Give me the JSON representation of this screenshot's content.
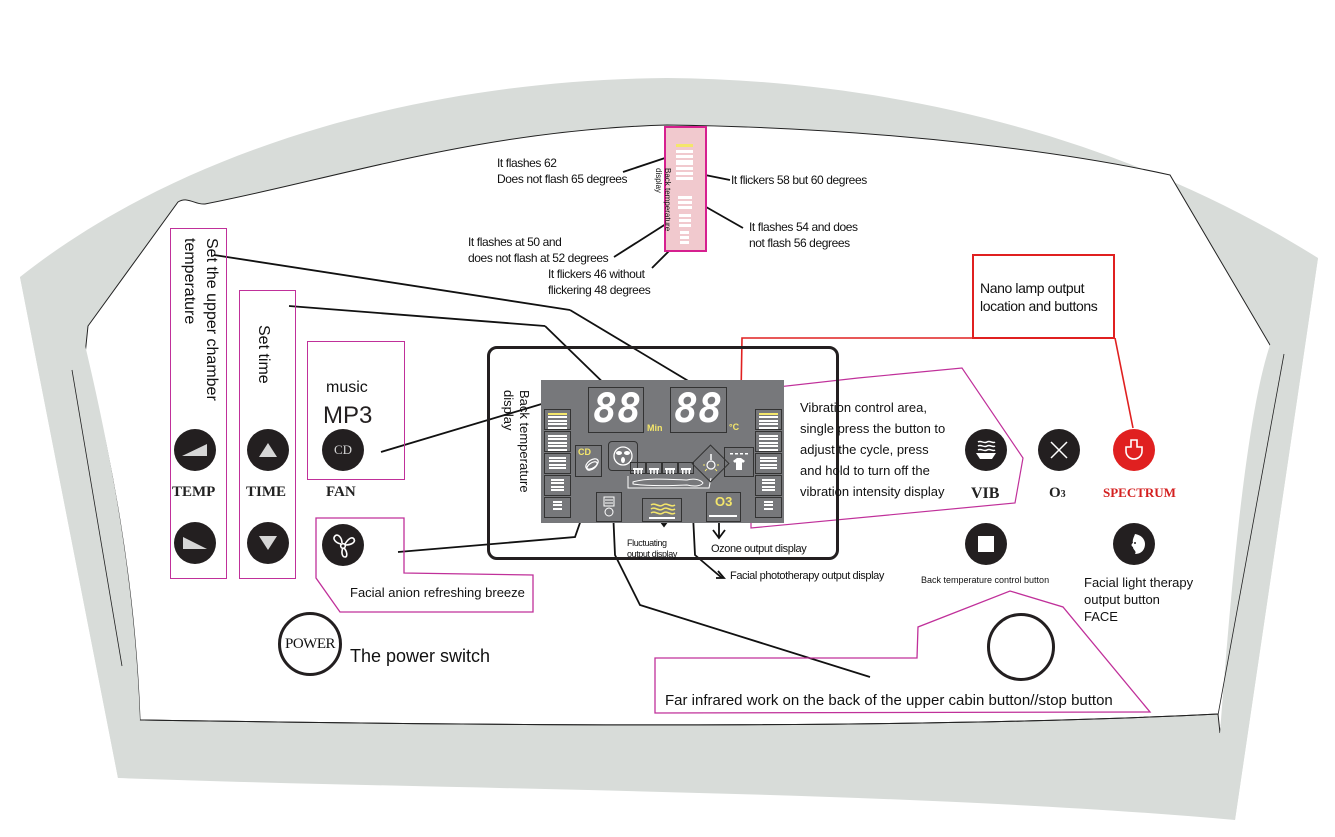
{
  "diagram": {
    "panel": {
      "frame_color": "#d8dcd9",
      "accent_pink": "#c0309a",
      "accent_red": "#e02020"
    },
    "back_temp_strip": {
      "label": "Back temperature display",
      "annotations": [
        {
          "line1": "It flashes 62",
          "line2": "Does not flash 65 degrees"
        },
        {
          "line1": "It flickers 58 but 60 degrees",
          "line2": ""
        },
        {
          "line1": "It flashes 54 and does",
          "line2": "not flash 56 degrees"
        },
        {
          "line1": "It flashes at 50 and",
          "line2": "does not flash at 52 degrees"
        },
        {
          "line1": "It flickers 46 without",
          "line2": "flickering 48 degrees"
        }
      ]
    },
    "left_controls": {
      "temp_box_label": "Set the upper chamber temperature",
      "temp_box_label_line1": "Set the upper chamber",
      "temp_box_label_line2": "temperature",
      "temp_label": "TEMP",
      "time_box_label": "Set time",
      "time_label": "TIME",
      "music_label": "music",
      "mp3_label": "MP3",
      "cd_button": "CD",
      "fan_label": "FAN",
      "fan_annotation": "Facial anion refreshing breeze",
      "power_button": "POWER",
      "power_annotation": "The power switch"
    },
    "lcd": {
      "side_label_line1": "Back temperature",
      "side_label_line2": "display",
      "time_digits": "88",
      "time_unit": "Min",
      "temp_digits": "88",
      "temp_unit": "°C",
      "cd_indicator": "CD",
      "ozone_indicator": "O3",
      "fluctuating_label_line1": "Fluctuating",
      "fluctuating_label_line2": "output display",
      "ozone_label": "Ozone output display",
      "phototherapy_label": "Facial phototherapy output display"
    },
    "right_controls": {
      "nano_lamp_line1": "Nano lamp output",
      "nano_lamp_line2": "location and buttons",
      "vibration_lines": [
        "Vibration control area,",
        "single press the button to",
        "adjust the cycle, press",
        "and hold to turn off the",
        "vibration intensity display"
      ],
      "vib_label": "VIB",
      "o3_label": "O",
      "o3_sub": "3",
      "spectrum_label": "SPECTRUM",
      "back_temp_button_label": "Back temperature control button",
      "face_line1": "Facial light therapy",
      "face_line2": "output button",
      "face_line3": "FACE",
      "far_infrared_label": "Far infrared work on the back of the upper cabin button//stop button"
    }
  }
}
